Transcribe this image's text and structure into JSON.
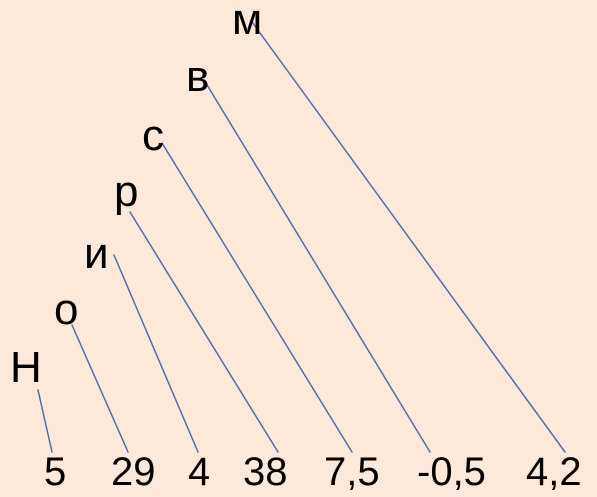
{
  "letters": [
    "Н",
    "о",
    "и",
    "р",
    "с",
    "в",
    "м"
  ],
  "numbers": [
    "5",
    "29",
    "4",
    "38",
    "7,5",
    "-0,5",
    "4,2"
  ],
  "colors": {
    "background": "#fde9da",
    "line": "#4f6fb0",
    "text": "#000000"
  }
}
